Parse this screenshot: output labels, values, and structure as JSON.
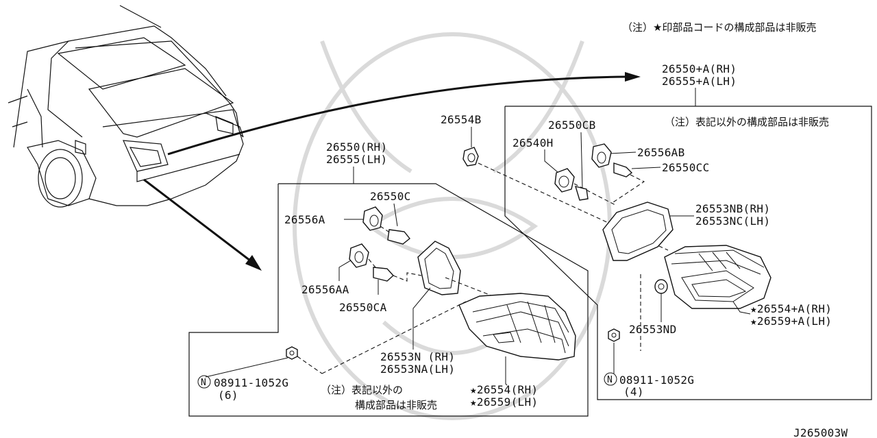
{
  "note_top": "（注）★印部品コードの構成部品は非販売",
  "note_right": "（注）表記以外の構成部品は非販売",
  "note_left_1": "（注）表記以外の",
  "note_left_2": "構成部品は非販売",
  "diagram_code": "J265003W",
  "labels": {
    "p26550A_RH": "26550+A(RH)",
    "p26555A_LH": "26555+A(LH)",
    "p26554B": "26554B",
    "p26550CB": "26550CB",
    "p26540H": "26540H",
    "p26556AB": "26556AB",
    "p26550CC": "26550CC",
    "p26553NB": "26553NB(RH)",
    "p26553NC": "26553NC(LH)",
    "p26554A_RH": "★26554+A(RH)",
    "p26559A_LH": "★26559+A(LH)",
    "p26553ND": "26553ND",
    "p08911_right": "08911-1052G",
    "qty_right": "(4)",
    "p26550_RH": "26550(RH)",
    "p26555_LH": "26555(LH)",
    "p26550C": "26550C",
    "p26556A": "26556A",
    "p26556AA": "26556AA",
    "p26550CA": "26550CA",
    "p26553N": "26553N (RH)",
    "p26553NA": "26553NA(LH)",
    "p26554_RH": "★26554(RH)",
    "p26559_LH": "★26559(LH)",
    "p08911_left": "08911-1052G",
    "qty_left": "(6)",
    "nut_symbol": "N"
  }
}
